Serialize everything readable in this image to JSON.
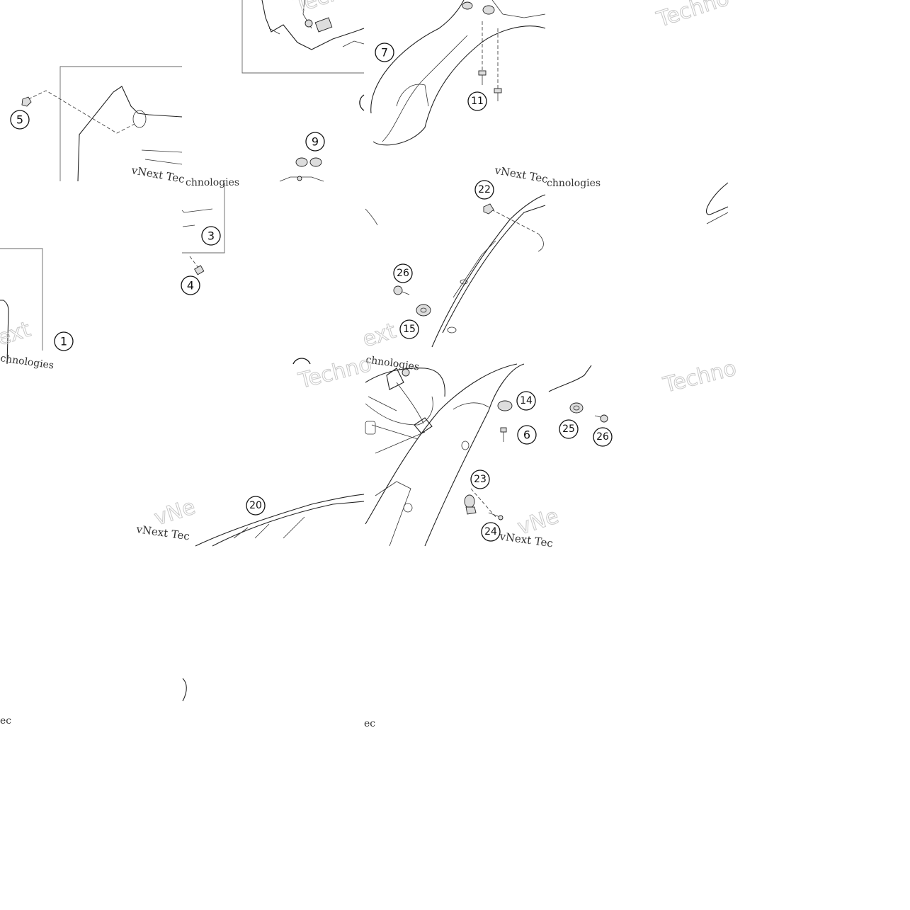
{
  "diagram": {
    "callouts": [
      {
        "id": "c1",
        "label": "1"
      },
      {
        "id": "c3",
        "label": "3"
      },
      {
        "id": "c4",
        "label": "4"
      },
      {
        "id": "c5",
        "label": "5"
      },
      {
        "id": "c6",
        "label": "6"
      },
      {
        "id": "c7",
        "label": "7"
      },
      {
        "id": "c9",
        "label": "9"
      },
      {
        "id": "c11",
        "label": "11"
      },
      {
        "id": "c14",
        "label": "14"
      },
      {
        "id": "c15",
        "label": "15"
      },
      {
        "id": "c20",
        "label": "20"
      },
      {
        "id": "c22",
        "label": "22"
      },
      {
        "id": "c23",
        "label": "23"
      },
      {
        "id": "c24",
        "label": "24"
      },
      {
        "id": "c25",
        "label": "25"
      },
      {
        "id": "c26a",
        "label": "26"
      },
      {
        "id": "c26b",
        "label": "26"
      }
    ],
    "watermarks": {
      "techno": "Techno",
      "technologies": "Technologies",
      "vnext_tec": "vNext Tec",
      "vnext_technologies": "vNext Technologies",
      "chnologies": "chnologies",
      "vne": "vNe",
      "ext": "ext",
      "ec": "ec"
    }
  }
}
